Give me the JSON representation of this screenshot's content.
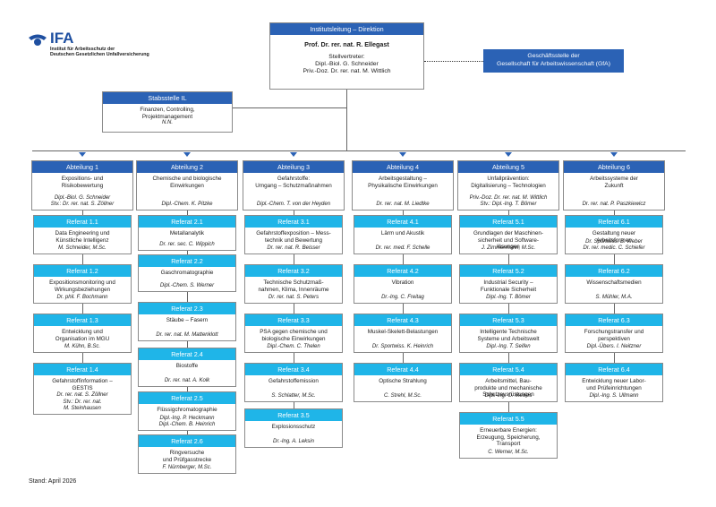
{
  "logo": {
    "text": "IFA",
    "subtitle_lines": [
      "Institut für Arbeitsschutz der",
      "Deutschen Gesetzlichen Unfallversicherung"
    ]
  },
  "direktion": {
    "header": "Institutsleitung – Direktion",
    "head": "Prof. Dr. rer. nat. R. Ellegast",
    "deputy_label": "Stellvertreter:",
    "deputies": [
      "Dipl.-Biol. G. Schneider",
      "Priv.-Doz. Dr. rer. nat. M. Wittlich"
    ]
  },
  "gfa": {
    "lines": [
      "Geschäftsstelle der",
      "Gesellschaft für Arbeitswissenschaft (GfA)"
    ]
  },
  "stabsstelle": {
    "header": "Stabsstelle IL",
    "body": [
      "Finanzen, Controlling,",
      "Projektmanagement"
    ],
    "person": [
      "N.N."
    ]
  },
  "departments": [
    {
      "header": "Abteilung 1",
      "body": [
        "Expositions- und",
        "Risikobewertung"
      ],
      "person": [
        "Dipl.-Biol. G. Schneider",
        "Stv.: Dr. rer. nat. S. Zöllner"
      ],
      "referate": [
        {
          "header": "Referat 1.1",
          "body": [
            "Data Engineering und",
            "Künstliche Intelligenz"
          ],
          "person": [
            "M. Schneider, M.Sc."
          ]
        },
        {
          "header": "Referat 1.2",
          "body": [
            "Expositionsmonitoring und",
            "Wirkungsbeziehungen"
          ],
          "person": [
            "Dr. phil. F. Bochmann"
          ]
        },
        {
          "header": "Referat 1.3",
          "body": [
            "Entwicklung und",
            "Organisation im MGU"
          ],
          "person": [
            "M. Kühn, B.Sc."
          ]
        },
        {
          "header": "Referat 1.4",
          "body": [
            "Gefahrstoffinformation –",
            "GESTIS"
          ],
          "person": [
            "Dr. rer. nat. S. Zöllner",
            "Stv.: Dr. rer. nat.",
            "M. Steinhausen"
          ]
        }
      ]
    },
    {
      "header": "Abteilung 2",
      "body": [
        "Chemische und biologische",
        "Einwirkungen"
      ],
      "person": [
        "Dipl.-Chem. K. Pitzke"
      ],
      "referate": [
        {
          "header": "Referat 2.1",
          "body": [
            "Metallanalytik"
          ],
          "person": [
            "Dr. rer. sec. C. Wippich"
          ]
        },
        {
          "header": "Referat 2.2",
          "body": [
            "Gaschromatographie"
          ],
          "person": [
            "Dipl.-Chem. S. Werner"
          ]
        },
        {
          "header": "Referat 2.3",
          "body": [
            "Stäube – Fasern"
          ],
          "person": [
            "Dr. rer. nat. M. Mattenklott"
          ]
        },
        {
          "header": "Referat 2.4",
          "body": [
            "Biostoffe"
          ],
          "person": [
            "Dr. rer. nat. A. Kolk"
          ]
        },
        {
          "header": "Referat 2.5",
          "body": [
            "Flüssigchromatographie"
          ],
          "person": [
            "Dipl.-Ing. P. Heckmann",
            "Dipl.-Chem. B. Heinrich"
          ]
        },
        {
          "header": "Referat 2.6",
          "body": [
            "Ringversuche",
            "und Prüfgasstrecke"
          ],
          "person": [
            "F. Nürnberger, M.Sc."
          ]
        }
      ]
    },
    {
      "header": "Abteilung 3",
      "body": [
        "Gefahrstoffe:",
        "Umgang – Schutzmaßnahmen"
      ],
      "person": [
        "Dipl.-Chem. T. von der Heyden"
      ],
      "referate": [
        {
          "header": "Referat 3.1",
          "body": [
            "Gefahrstoffexposition – Mess-",
            "technik und Bewertung"
          ],
          "person": [
            "Dr. rer. nat. R. Beisser"
          ]
        },
        {
          "header": "Referat 3.2",
          "body": [
            "Technische Schutzmaß-",
            "nahmen, Klima, Innenräume"
          ],
          "person": [
            "Dr. rer. nat. S. Peters"
          ]
        },
        {
          "header": "Referat 3.3",
          "body": [
            "PSA gegen chemische und",
            "biologische Einwirkungen"
          ],
          "person": [
            "Dipl.-Chem. C. Thelen"
          ]
        },
        {
          "header": "Referat 3.4",
          "body": [
            "Gefahrstoffemission"
          ],
          "person": [
            "S. Schlatter, M.Sc."
          ]
        },
        {
          "header": "Referat 3.5",
          "body": [
            "Explosionsschutz"
          ],
          "person": [
            "Dr.-Ing. A. Leksin"
          ]
        }
      ]
    },
    {
      "header": "Abteilung 4",
      "body": [
        "Arbeitsgestaltung –",
        "Physikalische Einwirkungen"
      ],
      "person": [
        "Dr. rer. nat. M. Liedtke"
      ],
      "referate": [
        {
          "header": "Referat 4.1",
          "body": [
            "Lärm und Akustik"
          ],
          "person": [
            "Dr. rer. med. F. Schelle"
          ]
        },
        {
          "header": "Referat 4.2",
          "body": [
            "Vibration"
          ],
          "person": [
            "Dr.-Ing. C. Freitag"
          ]
        },
        {
          "header": "Referat 4.3",
          "body": [
            "Muskel-Skelett-Belastungen"
          ],
          "person": [
            "Dr. Sportwiss. K. Heinrich"
          ]
        },
        {
          "header": "Referat 4.4",
          "body": [
            "Optische Strahlung"
          ],
          "person": [
            "C. Strehl, M.Sc."
          ]
        }
      ]
    },
    {
      "header": "Abteilung 5",
      "body": [
        "Unfallprävention:",
        "Digitalisierung – Technologien"
      ],
      "person": [
        "Priv.-Doz. Dr. rer. nat. M. Wittlich",
        "Stv.: Dipl.-Ing. T. Bömer"
      ],
      "referate": [
        {
          "header": "Referat 5.1",
          "body": [
            "Grundlagen der Maschinen-",
            "sicherheit und Software-",
            "lösungen"
          ],
          "person": [
            "J. Zimmermann, M.Sc."
          ]
        },
        {
          "header": "Referat 5.2",
          "body": [
            "Industrial Security –",
            "Funktionale Sicherheit"
          ],
          "person": [
            "Dipl.-Ing. T. Bömer"
          ]
        },
        {
          "header": "Referat 5.3",
          "body": [
            "Intelligente Technische",
            "Systeme und Arbeitswelt"
          ],
          "person": [
            "Dipl.-Ing. T. Seifen"
          ]
        },
        {
          "header": "Referat 5.4",
          "body": [
            "Arbeitsmittel, Bau-",
            "produkte und mechanische",
            "Schutzausrüstungen"
          ],
          "person": [
            "Dipl.-Ing. O. Mewes"
          ]
        },
        {
          "header": "Referat 5.5",
          "body": [
            "Erneuerbare Energien:",
            "Erzeugung, Speicherung,",
            "Transport"
          ],
          "person": [
            "C. Werner, M.Sc."
          ]
        }
      ]
    },
    {
      "header": "Abteilung 6",
      "body": [
        "Arbeitssysteme der",
        "Zukunft"
      ],
      "person": [
        "Dr. rer. nat. P. Paszkiewicz"
      ],
      "referate": [
        {
          "header": "Referat 6.1",
          "body": [
            "Gestaltung neuer",
            "Arbeitsformen"
          ],
          "person": [
            "Dr. Sportwiss. B. Weber",
            "Dr. rer. medic. C. Schiefer"
          ]
        },
        {
          "header": "Referat 6.2",
          "body": [
            "Wissenschaftsmedien"
          ],
          "person": [
            "S. Mühler, M.A."
          ]
        },
        {
          "header": "Referat 6.3",
          "body": [
            "Forschungstransfer und",
            "perspektiven"
          ],
          "person": [
            "Dipl.-Übers. I. Neitzner"
          ]
        },
        {
          "header": "Referat 6.4",
          "body": [
            "Entwicklung neuer Labor-",
            "und Prüfeinrichtungen"
          ],
          "person": [
            "Dipl.-Ing. S. Ullmann"
          ]
        }
      ]
    }
  ],
  "footer": {
    "stand": "Stand: April 2026"
  },
  "colors": {
    "header_dark": "#2b62b5",
    "header_cyan": "#1fb5e8",
    "logo_blue": "#1e4fa0"
  }
}
